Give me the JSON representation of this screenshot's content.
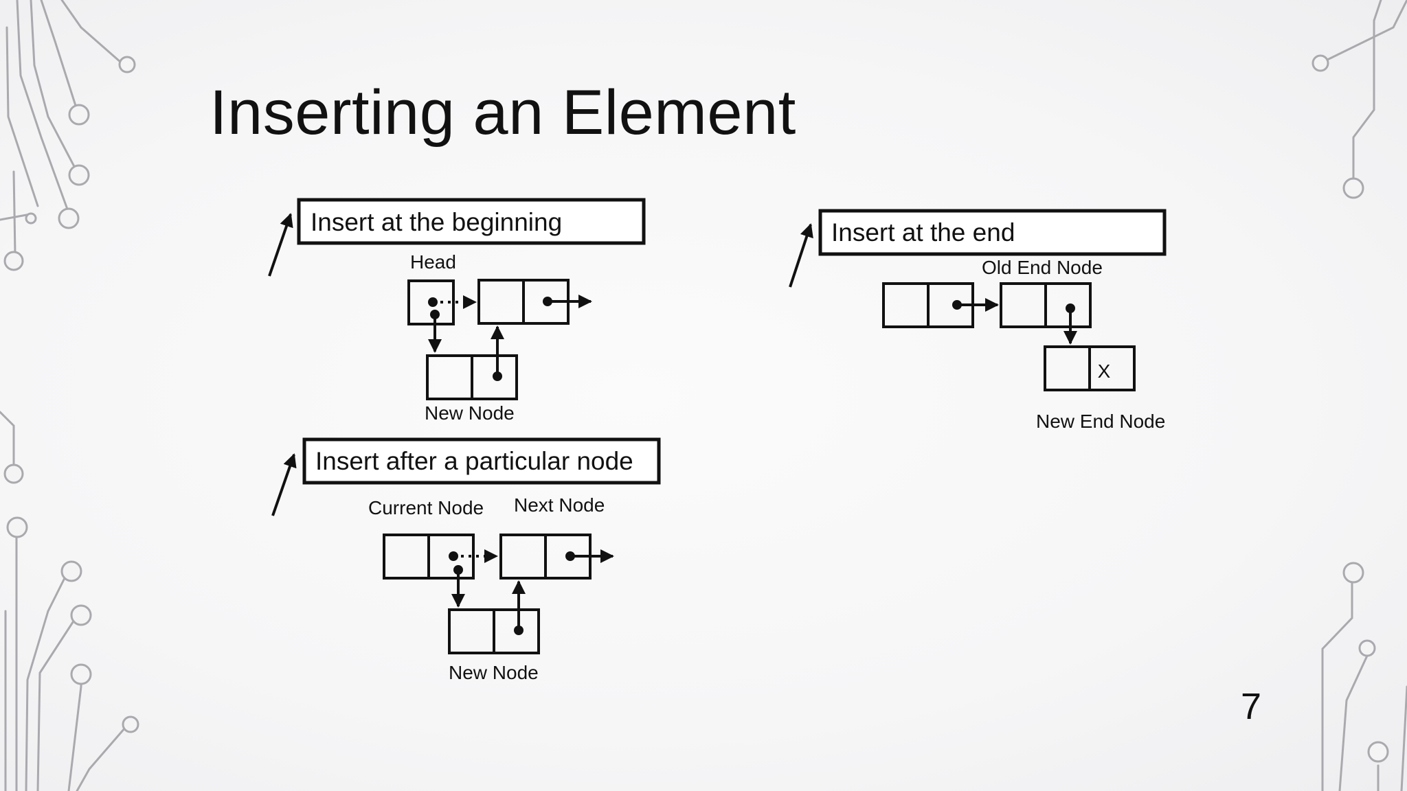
{
  "slide": {
    "title": "Inserting an Element",
    "page_number": "7"
  },
  "sections": [
    {
      "heading": "Insert at the beginning",
      "labels": [
        "Head",
        "New Node"
      ]
    },
    {
      "heading": "Insert at the end",
      "labels": [
        "Old End Node",
        "New End Node"
      ],
      "null_marker": "X"
    },
    {
      "heading": "Insert after a particular node",
      "labels": [
        "Current Node",
        "Next Node",
        "New Node"
      ]
    }
  ],
  "colors": {
    "ink": "#111111",
    "circuit": "#a9a9ae",
    "background": "#f7f7f8"
  }
}
